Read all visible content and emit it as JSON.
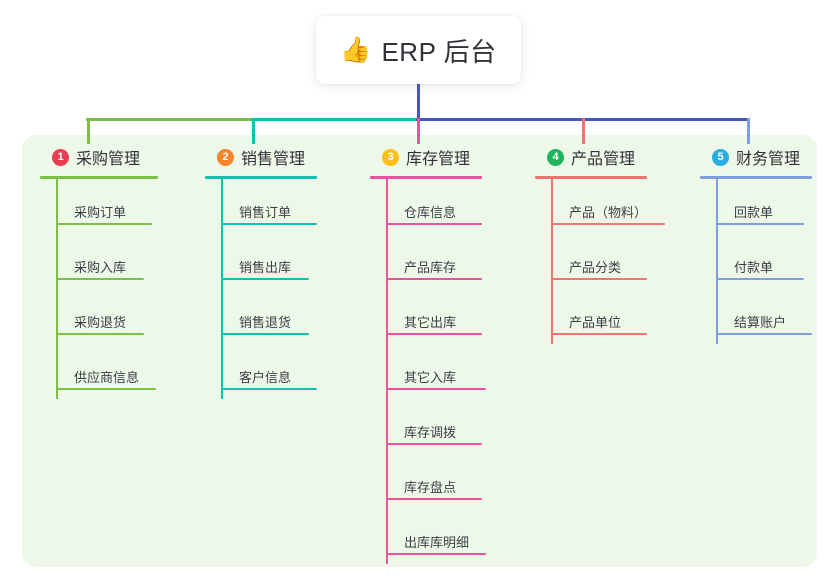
{
  "root": {
    "icon": "thumbs-up-icon",
    "emoji": "👍",
    "title": "ERP 后台"
  },
  "panel": {
    "background": "#eef8e9"
  },
  "connector": {
    "stem_color": "#4a56c0",
    "segments": [
      {
        "color": "#7cc04a"
      },
      {
        "color": "#13c0ad"
      },
      {
        "color": "#4a56c0"
      },
      {
        "color": "#4a56c0"
      }
    ]
  },
  "columns": [
    {
      "number": "1",
      "title": "采购管理",
      "badge_color": "#ea3d54",
      "line_color": "#7cc04a",
      "items": [
        {
          "label": "采购订单",
          "rule_width": 96
        },
        {
          "label": "采购入库",
          "rule_width": 88
        },
        {
          "label": "采购退货",
          "rule_width": 88
        },
        {
          "label": "供应商信息",
          "rule_width": 100
        }
      ]
    },
    {
      "number": "2",
      "title": "销售管理",
      "badge_color": "#f5842a",
      "line_color": "#13c0ad",
      "items": [
        {
          "label": "销售订单",
          "rule_width": 96
        },
        {
          "label": "销售出库",
          "rule_width": 88
        },
        {
          "label": "销售退货",
          "rule_width": 88
        },
        {
          "label": "客户信息",
          "rule_width": 96
        }
      ]
    },
    {
      "number": "3",
      "title": "库存管理",
      "badge_color": "#fbbe1c",
      "line_color": "#e8529f",
      "items": [
        {
          "label": "仓库信息",
          "rule_width": 96
        },
        {
          "label": "产品库存",
          "rule_width": 96
        },
        {
          "label": "其它出库",
          "rule_width": 96
        },
        {
          "label": "其它入库",
          "rule_width": 100
        },
        {
          "label": "库存调拨",
          "rule_width": 96
        },
        {
          "label": "库存盘点",
          "rule_width": 96
        },
        {
          "label": "出库库明细",
          "rule_width": 100
        }
      ]
    },
    {
      "number": "4",
      "title": "产品管理",
      "badge_color": "#22b35e",
      "line_color": "#f2736f",
      "items": [
        {
          "label": "产品（物料）",
          "rule_width": 114
        },
        {
          "label": "产品分类",
          "rule_width": 96
        },
        {
          "label": "产品单位",
          "rule_width": 96
        }
      ]
    },
    {
      "number": "5",
      "title": "财务管理",
      "badge_color": "#2bace2",
      "line_color": "#7d9fe0",
      "items": [
        {
          "label": "回款单",
          "rule_width": 88
        },
        {
          "label": "付款单",
          "rule_width": 88
        },
        {
          "label": "结算账户",
          "rule_width": 96
        }
      ]
    }
  ]
}
